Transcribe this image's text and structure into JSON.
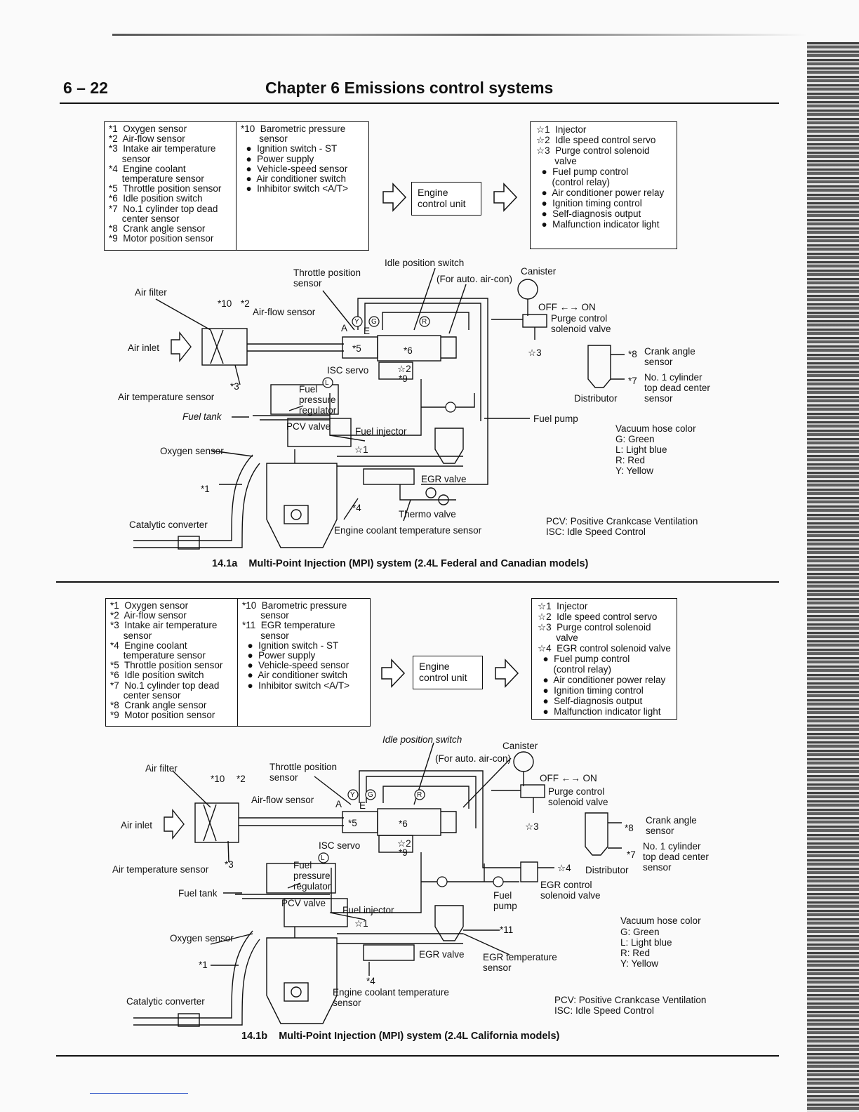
{
  "header": {
    "page_number": "6 – 22",
    "chapter_title": "Chapter 6   Emissions control systems"
  },
  "figA": {
    "inputs_left": [
      "*1  Oxygen sensor",
      "*2  Air-flow sensor",
      "*3  Intake air temperature",
      "     sensor",
      "*4  Engine coolant",
      "     temperature sensor",
      "*5  Throttle position sensor",
      "*6  Idle position switch",
      "*7  No.1 cylinder top dead",
      "     center sensor",
      "*8  Crank angle sensor",
      "*9  Motor position sensor"
    ],
    "inputs_right": [
      "*10  Barometric pressure",
      "       sensor",
      "  ●  Ignition switch - ST",
      "  ●  Power supply",
      "  ●  Vehicle-speed sensor",
      "  ●  Air conditioner switch",
      "  ●  Inhibitor switch <A/T>"
    ],
    "ecu": [
      "Engine",
      "control unit"
    ],
    "outputs": [
      "☆1  Injector",
      "☆2  Idle speed control servo",
      "☆3  Purge control solenoid",
      "       valve",
      "  ●  Fuel pump control",
      "      (control relay)",
      "  ●  Air conditioner power relay",
      "  ●  Ignition timing control",
      "  ●  Self-diagnosis output",
      "  ●  Malfunction indicator light"
    ],
    "labels": {
      "idle_position_switch": "Idle position switch",
      "for_auto_aircon": "(For auto. air-con)",
      "throttle_position_sensor": "Throttle position\nsensor",
      "canister": "Canister",
      "air_filter": "Air filter",
      "n10": "*10",
      "n2": "*2",
      "air_flow_sensor": "Air-flow sensor",
      "off_on": "OFF ←→ ON",
      "purge_control": "Purge control\nsolenoid valve",
      "air_inlet": "Air inlet",
      "a": "A",
      "e": "E",
      "n5": "*5",
      "n6": "*6",
      "star3": "☆3",
      "crank_angle_sensor": "Crank angle\nsensor",
      "n8": "*8",
      "isc_servo": "ISC servo",
      "star2": "☆2",
      "n9": "*9",
      "n3": "*3",
      "no1_cyl": "No. 1 cylinder\ntop dead center\nsensor",
      "n7": "*7",
      "distributor": "Distributor",
      "air_temperature_sensor": "Air temperature sensor",
      "fuel_pressure_regulator": "Fuel\npressure\nregulator",
      "fuel_tank": "Fuel tank",
      "fuel_pump": "Fuel pump",
      "pcv_valve": "PCV valve",
      "fuel_injector": "Fuel injector",
      "star1": "☆1",
      "vacuum_hose_color": "Vacuum hose color",
      "g_green": "G: Green",
      "l_light_blue": "L: Light blue",
      "r_red": "R: Red",
      "y_yellow": "Y: Yellow",
      "oxygen_sensor": "Oxygen sensor",
      "n1": "*1",
      "egr_valve": "EGR valve",
      "n4": "*4",
      "thermo_valve": "Thermo valve",
      "catalytic_converter": "Catalytic converter",
      "engine_coolant": "Engine coolant temperature sensor",
      "pcv_def": "PCV: Positive Crankcase Ventilation",
      "isc_def": "ISC: Idle Speed Control",
      "hose_y": "Y",
      "hose_g": "G",
      "hose_r": "R",
      "hose_l": "L"
    },
    "caption": "14.1a    Multi-Point Injection (MPI) system (2.4L Federal and Canadian models)"
  },
  "figB": {
    "inputs_left": [
      "*1  Oxygen sensor",
      "*2  Air-flow sensor",
      "*3  Intake air temperature",
      "     sensor",
      "*4  Engine coolant",
      "     temperature sensor",
      "*5  Throttle position sensor",
      "*6  Idle position switch",
      "*7  No.1 cylinder top dead",
      "     center sensor",
      "*8  Crank angle sensor",
      "*9  Motor position sensor"
    ],
    "inputs_right": [
      "*10  Barometric pressure",
      "       sensor",
      "*11  EGR temperature",
      "       sensor",
      "  ●  Ignition switch - ST",
      "  ●  Power supply",
      "  ●  Vehicle-speed sensor",
      "  ●  Air conditioner switch",
      "  ●  Inhibitor switch <A/T>"
    ],
    "ecu": [
      "Engine",
      "control unit"
    ],
    "outputs": [
      "☆1  Injector",
      "☆2  Idle speed control servo",
      "☆3  Purge control solenoid",
      "       valve",
      "☆4  EGR control solenoid valve",
      "  ●  Fuel pump control",
      "      (control relay)",
      "  ●  Air conditioner power relay",
      "  ●  Ignition timing control",
      "  ●  Self-diagnosis output",
      "  ●  Malfunction indicator light"
    ],
    "labels": {
      "idle_position_switch": "Idle position switch",
      "canister": "Canister",
      "for_auto_aircon": "(For auto. air-con)",
      "air_filter": "Air filter",
      "throttle_position_sensor": "Throttle position\nsensor",
      "n10": "*10",
      "n2": "*2",
      "off_on": "OFF ←→ ON",
      "air_flow_sensor": "Air-flow sensor",
      "purge_control": "Purge control\nsolenoid valve",
      "a": "A",
      "e": "E",
      "air_inlet": "Air inlet",
      "n5": "*5",
      "n6": "*6",
      "star3": "☆3",
      "crank_angle_sensor": "Crank angle\nsensor",
      "n8": "*8",
      "isc_servo": "ISC servo",
      "star2": "☆2",
      "n9": "*9",
      "no1_cyl": "No. 1 cylinder\ntop dead center\nsensor",
      "n7": "*7",
      "air_temperature_sensor": "Air temperature sensor",
      "n3": "*3",
      "distributor": "Distributor",
      "star4": "☆4",
      "fuel_pressure_regulator": "Fuel\npressure\nregulator",
      "egr_control": "EGR control\nsolenoid valve",
      "fuel_tank": "Fuel tank",
      "fuel_pump": "Fuel\npump",
      "pcv_valve": "PCV valve",
      "fuel_injector": "Fuel injector",
      "star1": "☆1",
      "vacuum_hose_color": "Vacuum hose color",
      "g_green": "G: Green",
      "n11": "*11",
      "l_light_blue": "L: Light blue",
      "oxygen_sensor": "Oxygen sensor",
      "r_red": "R: Red",
      "y_yellow": "Y: Yellow",
      "n1": "*1",
      "egr_valve": "EGR valve",
      "egr_temp_sensor": "EGR temperature\nsensor",
      "n4": "*4",
      "engine_coolant": "Engine coolant temperature\nsensor",
      "catalytic_converter": "Catalytic converter",
      "pcv_def": "PCV: Positive Crankcase Ventilation",
      "isc_def": "ISC: Idle Speed Control",
      "hose_y": "Y",
      "hose_g": "G",
      "hose_r": "R",
      "hose_l": "L"
    },
    "caption": "14.1b    Multi-Point Injection (MPI) system (2.4L California models)"
  }
}
